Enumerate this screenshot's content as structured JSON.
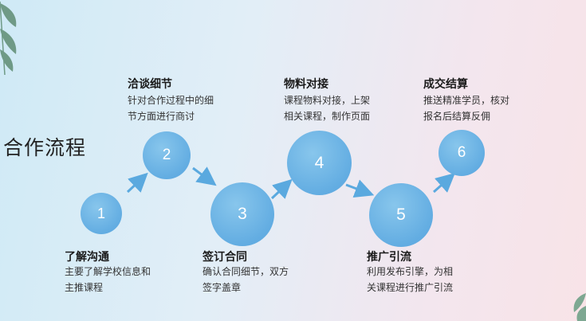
{
  "title": "合作流程",
  "steps": [
    {
      "num": "1",
      "title": "了解沟通",
      "desc": [
        "主要了解学校信息和",
        "主推课程"
      ]
    },
    {
      "num": "2",
      "title": "洽谈细节",
      "desc": [
        "针对合作过程中的细",
        "节方面进行商讨"
      ]
    },
    {
      "num": "3",
      "title": "签订合同",
      "desc": [
        "确认合同细节，双方",
        "签字盖章"
      ]
    },
    {
      "num": "4",
      "title": "物料对接",
      "desc": [
        "课程物料对接，上架",
        "相关课程，制作页面"
      ]
    },
    {
      "num": "5",
      "title": "推广引流",
      "desc": [
        "利用发布引擎，为相",
        "关课程进行推广引流"
      ]
    },
    {
      "num": "6",
      "title": "成交结算",
      "desc": [
        "推送精准学员，核对",
        "报名后结算反佣"
      ]
    }
  ],
  "colors": {
    "circle": "#63ade2",
    "arrow": "#5aa9df"
  },
  "icons": {
    "arrow": "arrow-icon",
    "decor": "leaf-icon"
  }
}
